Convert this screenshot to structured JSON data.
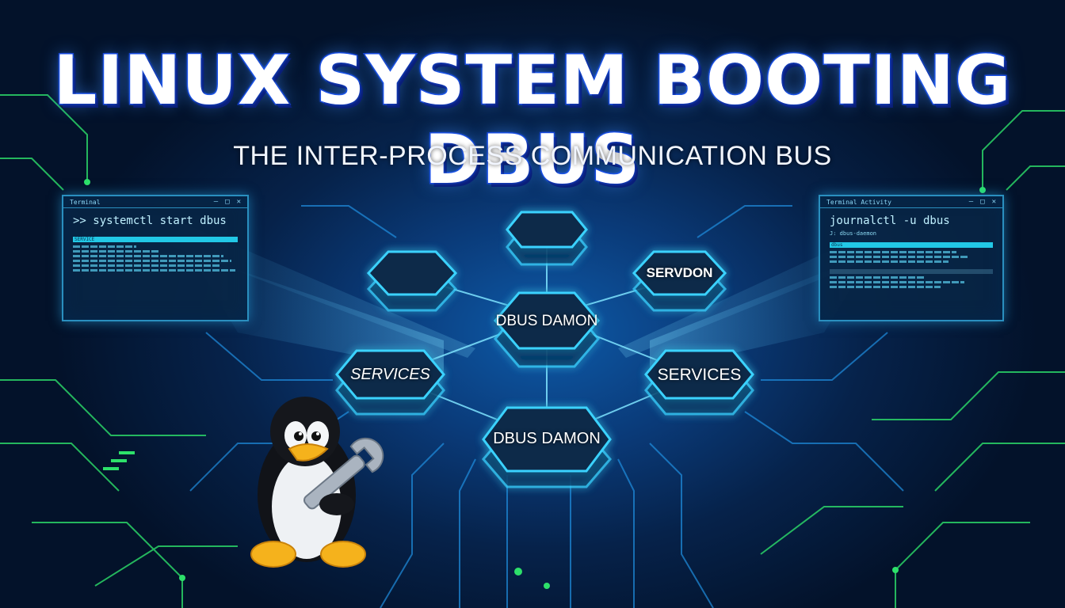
{
  "title": "LINUX SYSTEM BOOTING DBUS",
  "subtitle": "THE INTER-PROCESS COMMUNICATION BUS",
  "left_terminal": {
    "window_title": "Terminal",
    "command": ">> systemctl start dbus",
    "highlight_text": "SERVICE",
    "controls": [
      "–",
      "□",
      "✕"
    ]
  },
  "right_terminal": {
    "window_title": "Terminal Activity",
    "command": "journalctl -u dbus",
    "subline": "J: dbus-daemon",
    "highlight_text": "dbus",
    "controls": [
      "–",
      "□",
      "✕"
    ]
  },
  "nodes": {
    "top": "",
    "upper_left": "",
    "upper_right": "SERVDON",
    "center": "DBUS DAMON",
    "left": "SERVICES",
    "right": "SERVICES",
    "bottom": "DBUS DAMON"
  },
  "colors": {
    "accent_cyan": "#22c8e6",
    "circuit_green": "#2de06a",
    "title_stroke": "#1238c8",
    "hex_fill": "#0b2a4a",
    "hex_glow": "#3bd2ff"
  },
  "icons": {
    "mascot": "tux-penguin-with-wrench-icon"
  }
}
